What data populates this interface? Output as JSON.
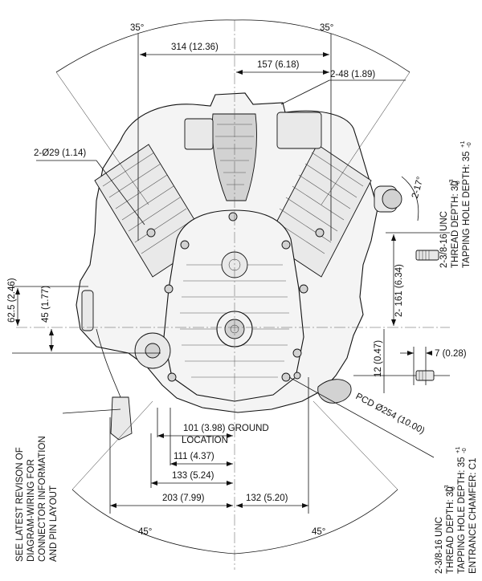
{
  "angles": {
    "top_left": "35°",
    "top_right": "35°",
    "right_small": "2-17°",
    "bottom_left": "45°",
    "bottom_right": "45°"
  },
  "dimensions": {
    "width_314": "314  (12.36)",
    "width_157": "157  (6.18)",
    "holes_48": "2-48  (1.89)",
    "dia_29": "2-Ø29  (1.14)",
    "height_161": "2-  161  (6.34)",
    "height_62_5": "62.5  (2.46)",
    "height_45": "45  (1.77)",
    "off_12": "12  (0.47)",
    "off_7": "7  (0.28)",
    "pcd": "PCD  Ø254  (10.00)",
    "ground": "101  (3.98) GROUND",
    "ground_2": "LOCATION",
    "w_111": "111  (4.37)",
    "w_133": "133  (5.24)",
    "w_203": "203  (7.99)",
    "w_132": "132  (5.20)"
  },
  "notes": {
    "top_thread": [
      "2-3/8-16 UNC",
      "THREAD DEPTH: 30",
      "TAPPING HOLE DEPTH: 35"
    ],
    "top_thread_tol": [
      "+3",
      "-0",
      "+1",
      "-0"
    ],
    "bottom_thread": [
      "2-3/8-16 UNC",
      "THREAD DEPTH: 30",
      "TAPPING HOLE DEPTH: 35",
      "ENTRANCE CHAMFER: C1"
    ],
    "bottom_thread_tol": [
      "+3",
      "-0",
      "+1",
      "-0"
    ],
    "wiring": [
      "SEE LATEST REVISON OF",
      "DIAGRAM-WIRING FOR",
      "CONNECTOR INFORMATION",
      "AND PIN LAYOUT"
    ]
  }
}
